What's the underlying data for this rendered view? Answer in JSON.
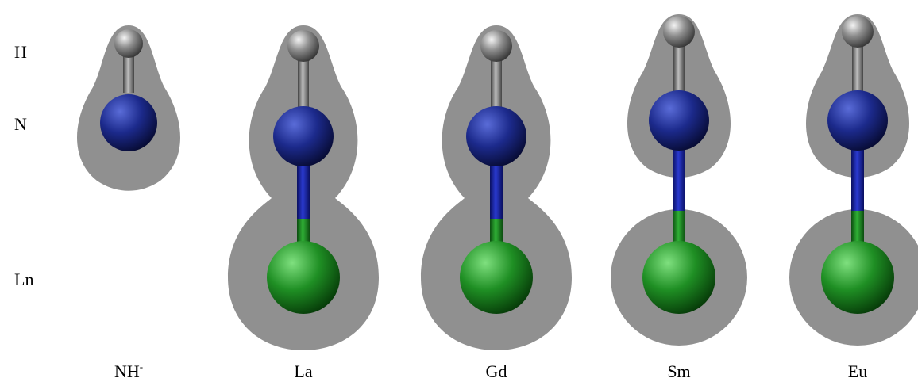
{
  "row_labels": {
    "h": "H",
    "n": "N",
    "ln": "Ln"
  },
  "panels": [
    {
      "id": "nh",
      "label_base": "NH",
      "label_sup": "-",
      "has_ln": false
    },
    {
      "id": "la",
      "label_base": "La",
      "label_sup": "",
      "has_ln": true,
      "envelope": "joined"
    },
    {
      "id": "gd",
      "label_base": "Gd",
      "label_sup": "",
      "has_ln": true,
      "envelope": "joined"
    },
    {
      "id": "sm",
      "label_base": "Sm",
      "label_sup": "",
      "has_ln": true,
      "envelope": "separate"
    },
    {
      "id": "eu",
      "label_base": "Eu",
      "label_sup": "",
      "has_ln": true,
      "envelope": "separate"
    }
  ],
  "colors": {
    "hydrogen": "#8a8a8a",
    "nitrogen": "#1c2a8c",
    "lanthanide": "#1f8f24",
    "isosurface": "#7c7c7c",
    "background": "#ffffff"
  }
}
